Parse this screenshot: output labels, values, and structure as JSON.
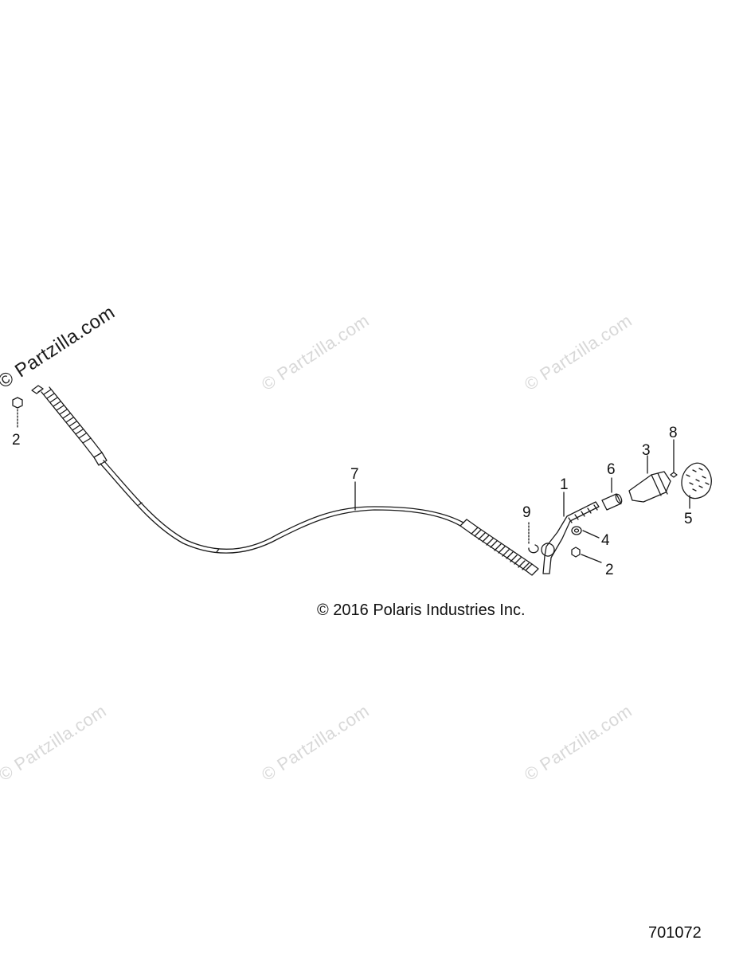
{
  "watermark_primary": "© Partzilla.com",
  "watermark_faint": "© Partzilla.com",
  "copyright": "© 2016 Polaris Industries Inc.",
  "diagram_id": "701072",
  "callouts": {
    "c1": "1",
    "c2a": "2",
    "c2b": "2",
    "c3": "3",
    "c4": "4",
    "c5": "5",
    "c6": "6",
    "c7": "7",
    "c8": "8",
    "c9": "9"
  },
  "colors": {
    "line": "#1a1a1a",
    "watermark": "#d8d8d8",
    "background": "#ffffff"
  }
}
